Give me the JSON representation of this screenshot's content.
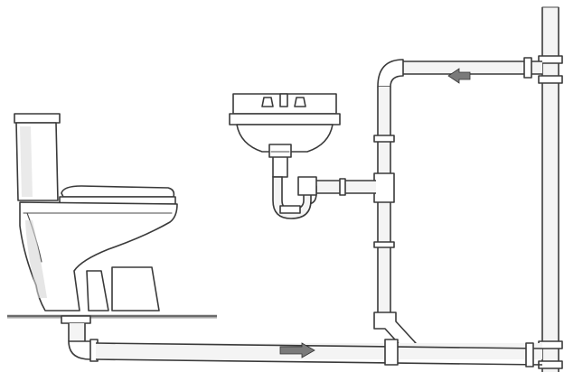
{
  "figure": {
    "flow_arrows": [
      {
        "id": "vent-arrow",
        "direction": "left"
      },
      {
        "id": "drain-arrow",
        "direction": "right"
      }
    ],
    "fixtures": [
      "toilet",
      "sink"
    ],
    "colors": {
      "line": "#3a3a3a",
      "pipe_fill": "#f4f4f4",
      "floor": "#6b6b6b",
      "arrow": "#7a7a7a"
    }
  }
}
